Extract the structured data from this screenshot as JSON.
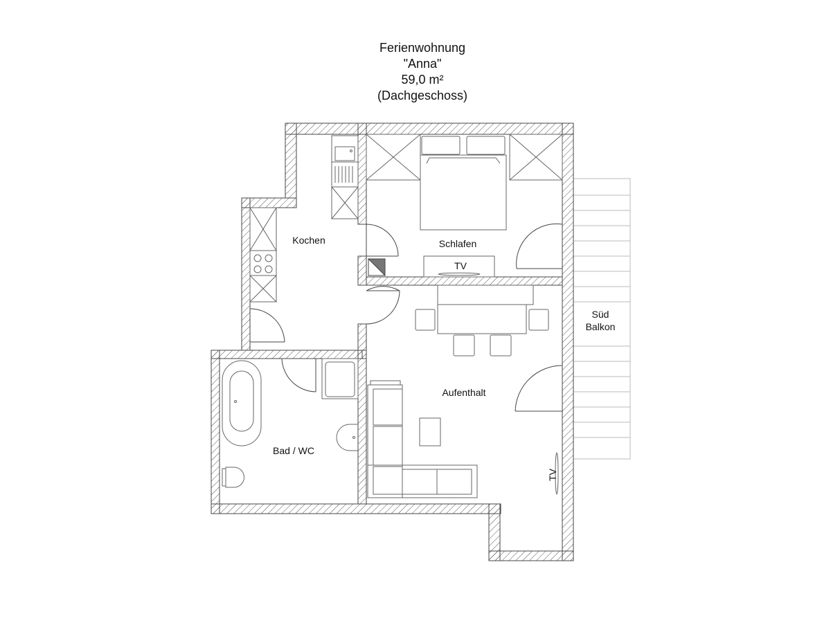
{
  "title": {
    "line1": "Ferienwohnung",
    "line2": "\"Anna\"",
    "line3": "59,0 m²",
    "line4": "(Dachgeschoss)"
  },
  "rooms": {
    "kochen": "Kochen",
    "schlafen": "Schlafen",
    "bad": "Bad / WC",
    "aufenthalt": "Aufenthalt",
    "balkon_line1": "Süd",
    "balkon_line2": "Balkon"
  },
  "labels": {
    "tv_bedroom": "TV",
    "tv_living": "TV"
  },
  "colors": {
    "wall_hatch": "#555555",
    "lines": "#444444",
    "furniture": "#666666"
  }
}
